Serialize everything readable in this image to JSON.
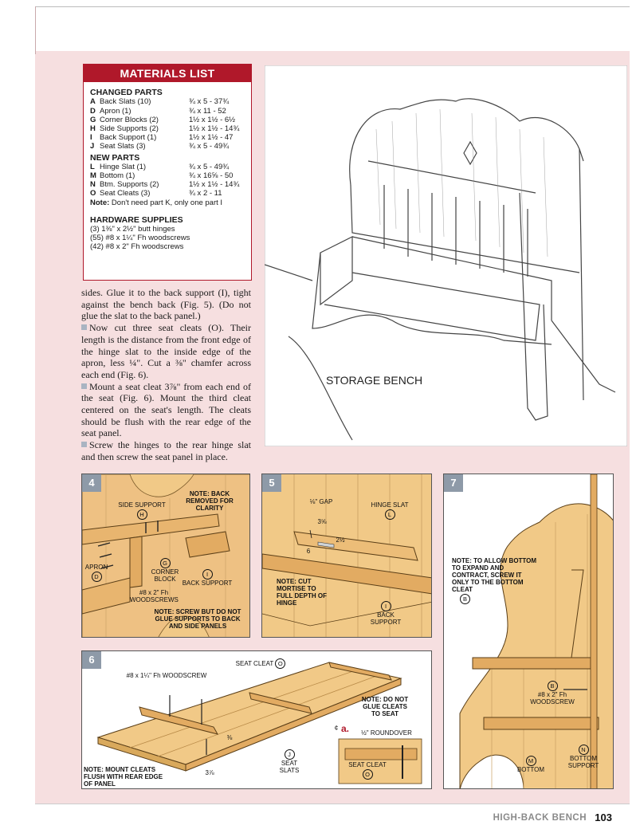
{
  "materials": {
    "title": "MATERIALS LIST",
    "changed_heading": "CHANGED PARTS",
    "changed": [
      {
        "letter": "A",
        "name": "Back Slats (10)",
        "dims": "¾ x 5 - 37¾"
      },
      {
        "letter": "D",
        "name": "Apron (1)",
        "dims": "¾ x 11 - 52"
      },
      {
        "letter": "G",
        "name": "Corner Blocks (2)",
        "dims": "1½ x 1½ - 6½"
      },
      {
        "letter": "H",
        "name": "Side Supports (2)",
        "dims": "1½ x 1½ - 14¾"
      },
      {
        "letter": "I",
        "name": "Back Support (1)",
        "dims": "1½ x 1½ - 47"
      },
      {
        "letter": "J",
        "name": "Seat Slats (3)",
        "dims": "¾ x 5 - 49¾"
      }
    ],
    "new_heading": "NEW PARTS",
    "new": [
      {
        "letter": "L",
        "name": "Hinge Slat (1)",
        "dims": "¾ x 5 - 49¾"
      },
      {
        "letter": "M",
        "name": "Bottom (1)",
        "dims": "¾ x 16⅝ - 50"
      },
      {
        "letter": "N",
        "name": "Btm. Supports (2)",
        "dims": "1½ x 1½ - 14¾"
      },
      {
        "letter": "O",
        "name": "Seat Cleats (3)",
        "dims": "¾ x 2 - 11"
      }
    ],
    "note_label": "Note:",
    "note_text": "Don't need part K, only one part I",
    "hardware_heading": "HARDWARE SUPPLIES",
    "hardware": [
      "(3) 1⅜\" x 2½\" butt hinges",
      "(55) #8 x 1¼\" Fh woodscrews",
      "(42) #8 x 2\" Fh woodscrews"
    ]
  },
  "body": {
    "p1": "sides. Glue it to the back support (I), tight against the bench back (Fig. 5). (Do not glue the slat to the back panel.)",
    "p2": "Now cut three seat cleats (O). Their length is the distance from the front edge of the hinge slat to the inside edge of the apron, less ¼\". Cut a ⅜\" chamfer across each end (Fig. 6).",
    "p3": "Mount a seat cleat 3⅞\" from each end of the seat (Fig. 6). Mount the third cleat centered on the seat's length. The cleats should be flush with the rear edge of the seat panel.",
    "p4": "Screw the hinges to the rear hinge slat and then screw the seat panel in place."
  },
  "photo": {
    "caption": "STORAGE BENCH"
  },
  "fig4": {
    "num": "4",
    "note": "NOTE: BACK REMOVED FOR CLARITY",
    "side_support": "SIDE SUPPORT",
    "h": "H",
    "corner_block": "CORNER BLOCK",
    "g": "G",
    "apron": "APRON",
    "d": "D",
    "screw": "#8 x 2\" Fh WOODSCREWS",
    "back_support": "BACK SUPPORT",
    "i": "I",
    "note2": "NOTE: SCREW BUT DO NOT GLUE SUPPORTS TO BACK AND SIDE PANELS"
  },
  "fig5": {
    "num": "5",
    "gap": "⅛\" GAP",
    "d1": "3⅝",
    "d2": "2½",
    "d3": "6",
    "hinge_slat": "HINGE SLAT",
    "l": "L",
    "note": "NOTE: CUT MORTISE TO FULL DEPTH OF HINGE",
    "back_support": "BACK SUPPORT",
    "i": "I"
  },
  "fig6": {
    "num": "6",
    "screw": "#8 x 1¼\" Fh WOODSCREW",
    "seat_cleat": "SEAT CLEAT",
    "o": "O",
    "note": "NOTE: DO NOT GLUE CLEATS TO SEAT",
    "cl": "¢",
    "chamfer": "⅜",
    "seat_slats": "SEAT SLATS",
    "j": "J",
    "note2": "NOTE: MOUNT CLEATS FLUSH WITH REAR EDGE OF PANEL",
    "dim": "3⅞",
    "detail_letter": "a.",
    "roundover": "½\" ROUNDOVER",
    "detail_cleat": "SEAT CLEAT",
    "detail_o": "O"
  },
  "fig7": {
    "num": "7",
    "note": "NOTE: TO ALLOW BOTTOM TO EXPAND AND CONTRACT, SCREW IT ONLY TO THE BOTTOM CLEAT",
    "b": "B",
    "screw": "#8 x 2\" Fh WOODSCREW",
    "b2": "B",
    "bottom_support": "BOTTOM SUPPORT",
    "n": "N",
    "bottom": "BOTTOM",
    "m": "M"
  },
  "footer": {
    "title": "HIGH-BACK BENCH",
    "page": "103"
  },
  "colors": {
    "accent": "#b0182a",
    "wood": "#f1c987",
    "wood_dark": "#d9a95c",
    "pink": "#f6dfe0",
    "fig_tab": "#8e9aa8"
  }
}
